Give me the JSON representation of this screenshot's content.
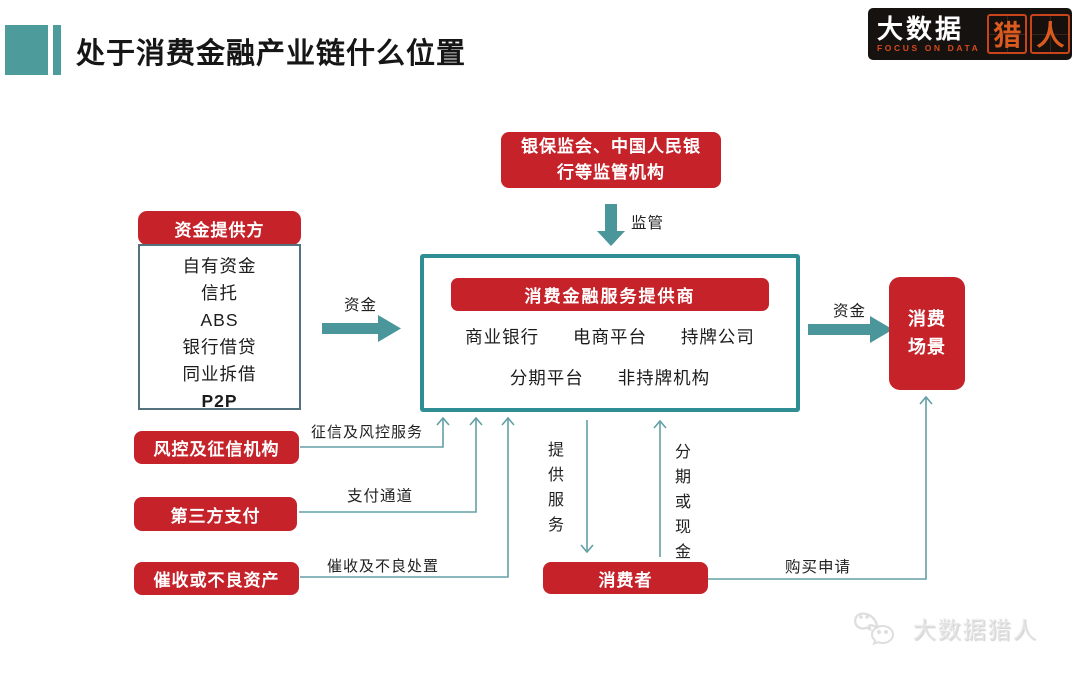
{
  "header": {
    "title": "处于消费金融产业链什么位置"
  },
  "logo": {
    "name": "大数据",
    "tagline": "FOCUS ON DATA",
    "seal1": "猎",
    "seal2": "人"
  },
  "diagram": {
    "regulator": {
      "label": "银保监会、中国人民银行等监管机构"
    },
    "supervision_label": "监管",
    "funding": {
      "header": "资金提供方",
      "items": [
        "自有资金",
        "信托",
        "ABS",
        "银行借贷",
        "同业拆借",
        "P2P"
      ]
    },
    "funds_label_left": "资金",
    "funds_label_right": "资金",
    "provider": {
      "header": "消费金融服务提供商",
      "row1": [
        "商业银行",
        "电商平台",
        "持牌公司"
      ],
      "row2": [
        "分期平台",
        "非持牌机构"
      ]
    },
    "scene": {
      "label": "消费场景"
    },
    "risk": {
      "label": "风控及征信机构"
    },
    "payment": {
      "label": "第三方支付"
    },
    "collection": {
      "label": "催收或不良资产"
    },
    "consumer": {
      "label": "消费者"
    },
    "edge_labels": {
      "credit_service": "征信及风控服务",
      "payment_channel": "支付通道",
      "collection_disposal": "催收及不良处置",
      "provide_service": "提供服务",
      "installment_cash": "分期或现金",
      "purchase_apply": "购买申请"
    }
  },
  "watermark": {
    "text": "大数据猎人",
    "icon": "wechat-icon"
  },
  "colors": {
    "brand_red": "#C5222A",
    "teal": "#4A969B",
    "teal_border": "#2F8E93",
    "thin_line": "#63A0A5",
    "logo_orange": "#D6491F"
  }
}
